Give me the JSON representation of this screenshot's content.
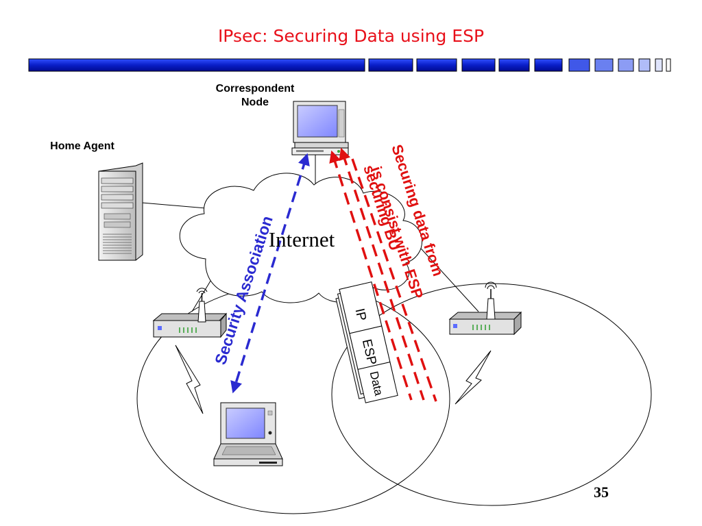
{
  "slide": {
    "title": "IPsec: Securing Data using ESP",
    "page_number": "35"
  },
  "nodes": {
    "correspondent_node": "Correspondent\nNode",
    "home_agent": "Home Agent",
    "internet": "Internet"
  },
  "arrows": {
    "security_association": "Security Association",
    "securing_data_from": "Securing data from",
    "securing_bu": "securing BU",
    "is_consist_esp": "is consist with ESP"
  },
  "packet": {
    "fields": [
      "IP",
      "ESP",
      "Data"
    ]
  },
  "colors": {
    "title_red": "#e8101a",
    "bar_blue": "#0a20c8",
    "sa_blue": "#2a2ad0",
    "data_red": "#e01010"
  }
}
